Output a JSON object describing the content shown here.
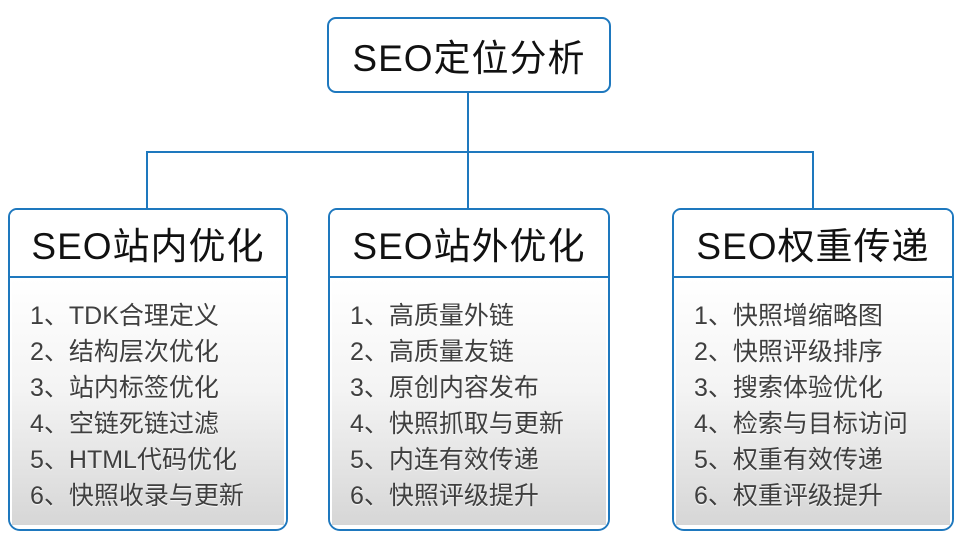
{
  "diagram": {
    "root": {
      "title": "SEO定位分析"
    },
    "branches": [
      {
        "title": "SEO站内优化",
        "items": [
          "1、TDK合理定义",
          "2、结构层次优化",
          "3、站内标签优化",
          "4、空链死链过滤",
          "5、HTML代码优化",
          "6、快照收录与更新"
        ]
      },
      {
        "title": "SEO站外优化",
        "items": [
          "1、高质量外链",
          "2、高质量友链",
          "3、原创内容发布",
          "4、快照抓取与更新",
          "5、内连有效传递",
          "6、快照评级提升"
        ]
      },
      {
        "title": "SEO权重传递",
        "items": [
          "1、快照增缩略图",
          "2、快照评级排序",
          "3、搜索体验优化",
          "4、检索与目标访问",
          "5、权重有效传递",
          "6、权重评级提升"
        ]
      }
    ],
    "colors": {
      "accent": "#1E78BE",
      "title_text": "#111111",
      "item_text": "#3F3F3F",
      "body_gradient_bottom": "#D6D6D6"
    }
  }
}
